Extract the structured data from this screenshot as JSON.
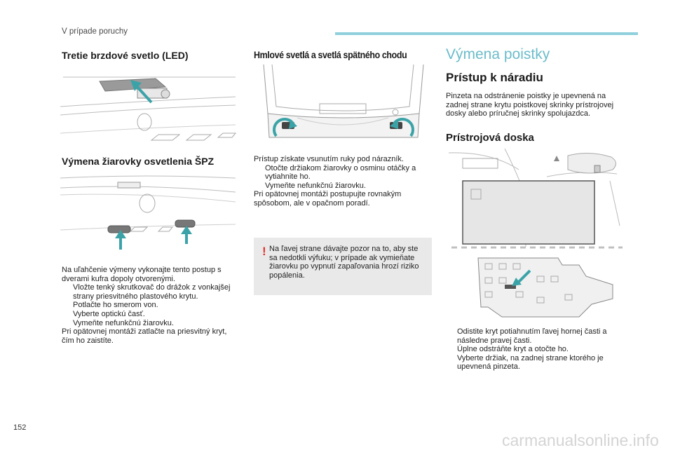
{
  "header": {
    "title": "V prípade poruchy"
  },
  "page_number": "152",
  "watermark": "carmanualsonline.info",
  "left": {
    "title1": "Tretie brzdové svetlo (LED)",
    "title2": "Výmena žiarovky osvetlenia ŠPZ",
    "intro": "Na uľahčenie výmeny vykonajte tento postup s dverami kufra dopoly otvorenými.",
    "steps": [
      "Vložte tenký skrutkovač do drážok z vonkajšej strany priesvitného plastového krytu.",
      "Potlačte ho smerom von.",
      "Vyberte optickú časť.",
      "Vymeňte nefunkčnú žiarovku."
    ],
    "outro": "Pri opätovnej montáži zatlačte na priesvitný kryt, čím ho zaistíte."
  },
  "middle": {
    "title": "Hmlové svetlá a svetlá spätného chodu",
    "intro": "Prístup získate vsunutím ruky pod nárazník.",
    "steps": [
      "Otočte držiakom žiarovky o osminu otáčky a vytiahnite ho.",
      "Vymeňte nefunkčnú žiarovku."
    ],
    "outro": "Pri opätovnej montáži postupujte rovnakým spôsobom, ale v opačnom poradí.",
    "warning_symbol": "!",
    "warning": "Na ľavej strane dávajte pozor na to, aby ste sa nedotkli výfuku; v prípade ak vymieňate žiarovku po vypnutí zapaľovania hrozí riziko popálenia."
  },
  "right": {
    "section": "Výmena poistky",
    "sub1": "Prístup k náradiu",
    "sub1_text": "Pinzeta na odstránenie poistky je upevnená na zadnej strane krytu poistkovej skrinky prístrojovej dosky alebo príručnej skrinky spolujazdca.",
    "sub2": "Prístrojová doska",
    "steps": [
      "Odistite kryt potiahnutím ľavej hornej časti a následne pravej časti.",
      "Úplne odstráňte kryt a otočte ho.",
      "Vyberte držiak, na zadnej strane ktorého je upevnená pinzeta."
    ]
  },
  "bullet_glyph": "",
  "colors": {
    "accent": "#6cbccb",
    "arrow": "#3ba3a8",
    "warning": "#e3312d",
    "box": "#e9e9e9"
  }
}
